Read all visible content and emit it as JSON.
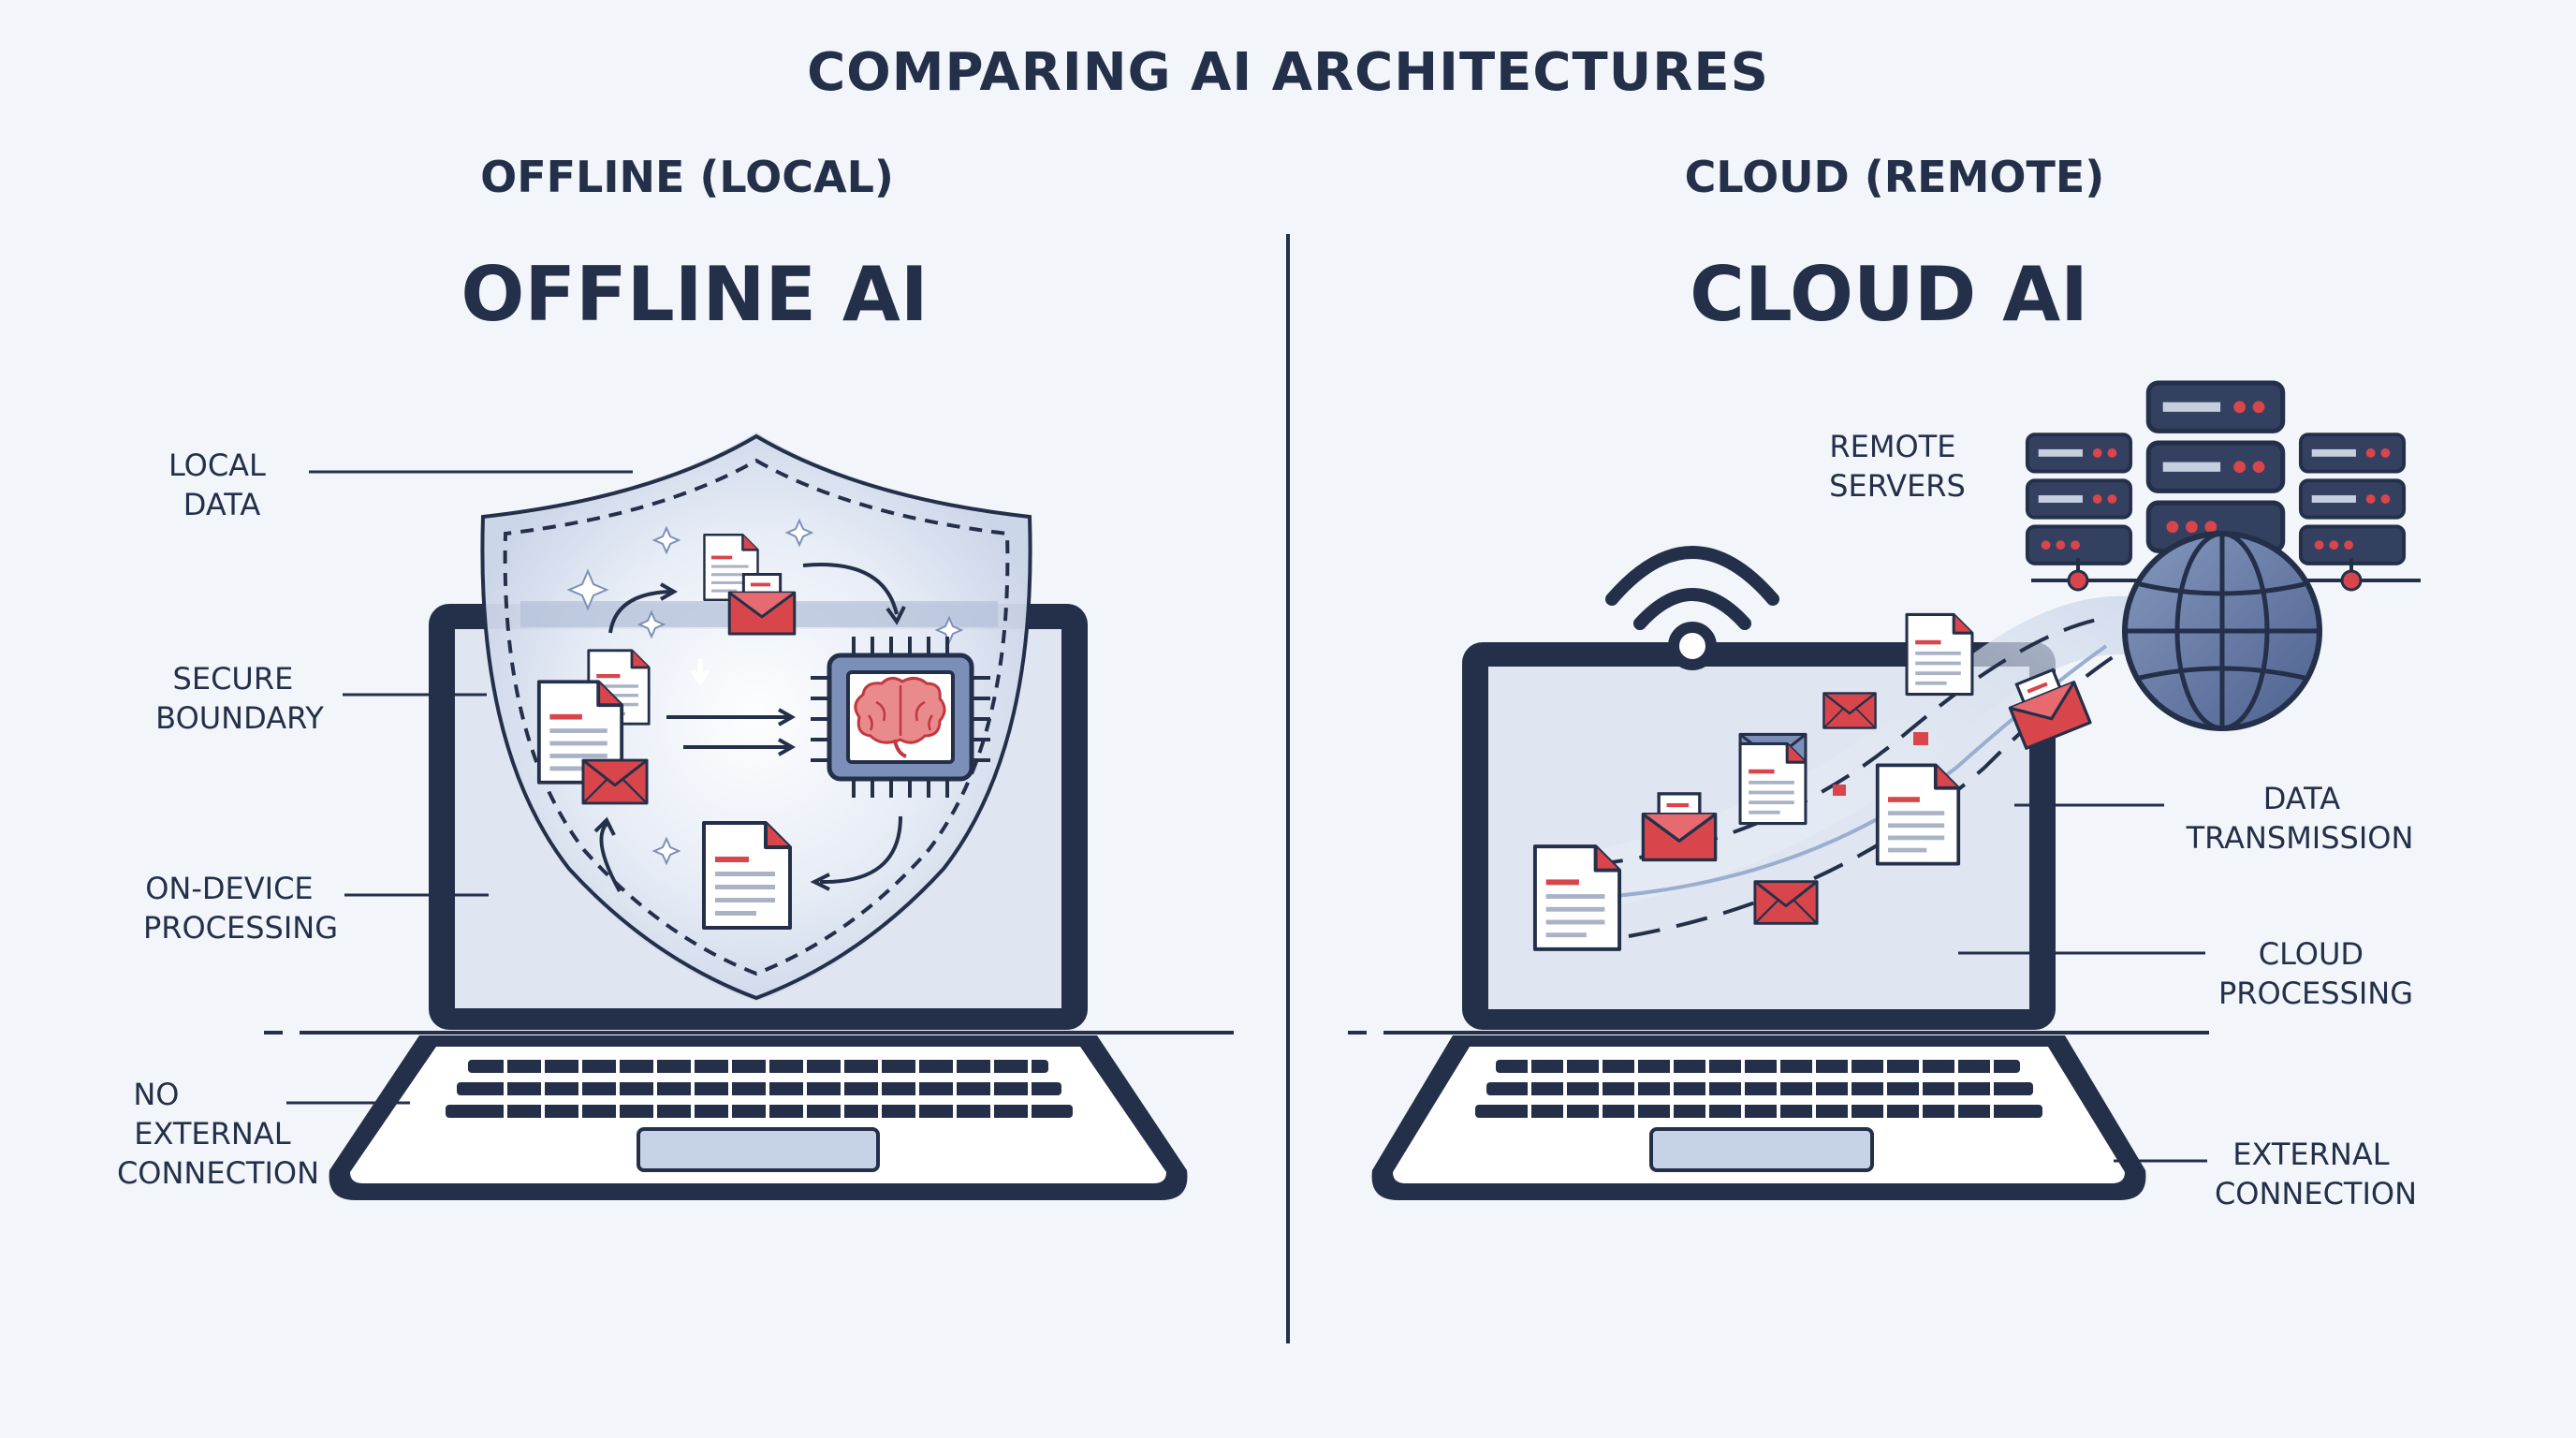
{
  "title": "COMPARING AI ARCHITECTURES",
  "left": {
    "section_label": "OFFLINE (LOCAL)",
    "heading": "OFFLINE AI",
    "callouts": {
      "local_data": [
        "LOCAL",
        "DATA"
      ],
      "secure_boundary": [
        "SECURE",
        "BOUNDARY"
      ],
      "on_device_processing": [
        "ON-DEVICE",
        "PROCESSING"
      ],
      "no_external_connection": [
        "NO",
        "EXTERNAL",
        "CONNECTION"
      ]
    }
  },
  "right": {
    "section_label": "CLOUD (REMOTE)",
    "heading": "CLOUD AI",
    "callouts": {
      "remote_servers": [
        "REMOTE",
        "SERVERS"
      ],
      "data_transmission": [
        "DATA",
        "TRANSMISSION"
      ],
      "cloud_processing": [
        "CLOUD",
        "PROCESSING"
      ],
      "external_connection": [
        "EXTERNAL",
        "CONNECTION"
      ]
    }
  },
  "colors": {
    "navy": "#24304a",
    "accent_red": "#d8454b",
    "screen_blue": "#dfe6f1",
    "background": "#f2f5f9"
  },
  "icons": [
    "shield-icon",
    "document-icon",
    "envelope-icon",
    "chip-icon",
    "brain-icon",
    "wifi-icon",
    "globe-icon",
    "server-icon",
    "laptop-icon"
  ]
}
